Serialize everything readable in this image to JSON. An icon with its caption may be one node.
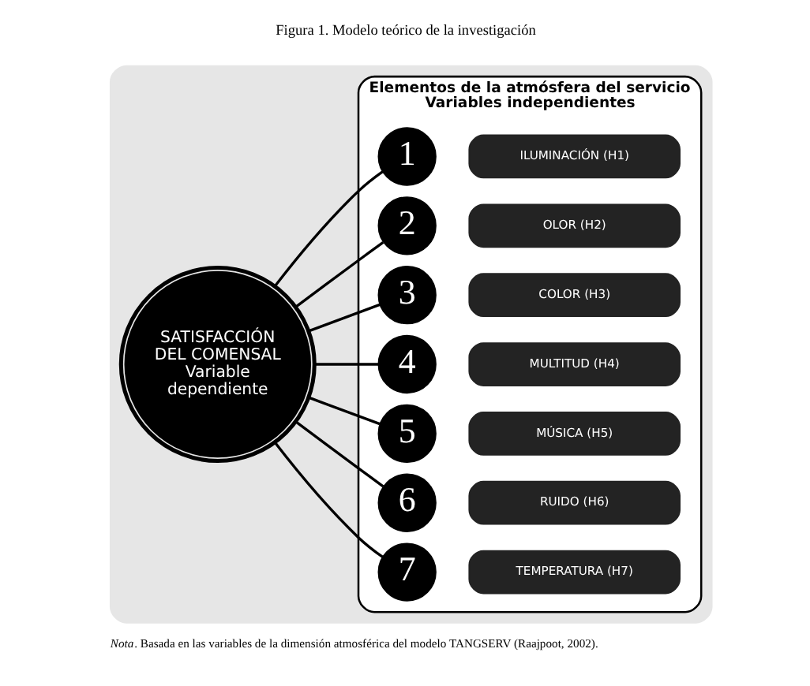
{
  "diagram": {
    "title": "Figura 1. Modelo teórico de la investigación",
    "caption": "*Nota*. Basada en las variables de la dimensión atmosférica del modelo TANGSERV (Raajpoot, 2002).",
    "nodes": [
      {
        "text": [],
        "shape": "box"
      },
      {
        "text": [
          "SATISFACCIÓN DEL COMENSAL",
          "Variable dependiente"
        ],
        "in": 0
      },
      {
        "text": [
          "Elementos de la atmósfera del servicio",
          "Variables independientes"
        ],
        "in": 0
      },
      {
        "text": [
          "1"
        ],
        "in": 2
      },
      {
        "text": [
          "ILUMINACIÓN (H1)"
        ],
        "in": 2
      },
      {
        "text": [
          "2"
        ],
        "in": 2
      },
      {
        "text": [
          "OLOR (H2)"
        ],
        "in": 2
      },
      {
        "text": [
          "3"
        ],
        "in": 2
      },
      {
        "text": [
          "COLOR (H3)"
        ],
        "in": 2
      },
      {
        "text": [
          "4"
        ],
        "in": 2
      },
      {
        "text": [
          "MULTITUD (H4)"
        ],
        "in": 2
      },
      {
        "text": [
          "5"
        ],
        "in": 2
      },
      {
        "text": [
          "MÚSICA (H5)"
        ],
        "in": 2
      },
      {
        "text": [
          "6"
        ],
        "in": 2
      },
      {
        "text": [
          "RUIDO (H6)"
        ],
        "in": 2
      },
      {
        "text": [
          "7"
        ],
        "in": 2
      },
      {
        "text": [
          "TEMPERATURA (H7)"
        ],
        "in": 2
      }
    ],
    "edges": [
      {
        "from": 1,
        "to": 3,
        "arrow": "none"
      },
      {
        "from": 1,
        "to": 5,
        "arrow": "none"
      },
      {
        "from": 1,
        "to": 7,
        "arrow": "none"
      },
      {
        "from": 1,
        "to": 9,
        "arrow": "none"
      },
      {
        "from": 1,
        "to": 11,
        "arrow": "none"
      },
      {
        "from": 1,
        "to": 13,
        "arrow": "none"
      },
      {
        "from": 1,
        "to": 15,
        "arrow": "none"
      }
    ]
  }
}
